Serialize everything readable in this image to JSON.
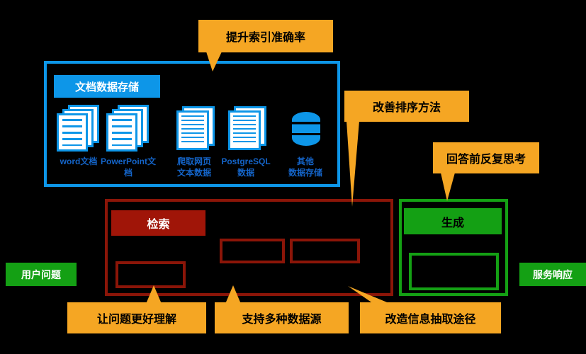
{
  "colors": {
    "background": "#000000",
    "callout_orange": "#F5A623",
    "storage_blue": "#0D96E8",
    "retrieval_red_border": "#8B1508",
    "retrieval_red_fill": "#A01508",
    "generation_green": "#14A014",
    "doc_label_blue": "#1464C8",
    "text_white": "#FFFFFF",
    "text_black": "#000000"
  },
  "callouts": {
    "indexing": {
      "label": "提升索引准确率"
    },
    "ranking": {
      "label": "改善排序方法"
    },
    "rethink": {
      "label": "回答前反复思考"
    },
    "question": {
      "label": "让问题更好理解"
    },
    "sources": {
      "label": "支持多种数据源"
    },
    "extraction": {
      "label": "改造信息抽取途径"
    }
  },
  "storage": {
    "title": "文档数据存储",
    "items": [
      {
        "icon": "word-document-stack-icon",
        "line1": "word文档",
        "line2": ""
      },
      {
        "icon": "powerpoint-document-stack-icon",
        "line1": "PowerPoint文档",
        "line2": ""
      },
      {
        "icon": "text-document-icon",
        "line1": "爬取网页",
        "line2": "文本数据"
      },
      {
        "icon": "text-document-icon",
        "line1": "PostgreSQL",
        "line2": "数据"
      },
      {
        "icon": "database-icon",
        "line1": "其他",
        "line2": "数据存储"
      }
    ]
  },
  "retrieval": {
    "title": "检索"
  },
  "generation": {
    "title": "生成"
  },
  "io": {
    "input": "用户问题",
    "output": "服务响应"
  }
}
